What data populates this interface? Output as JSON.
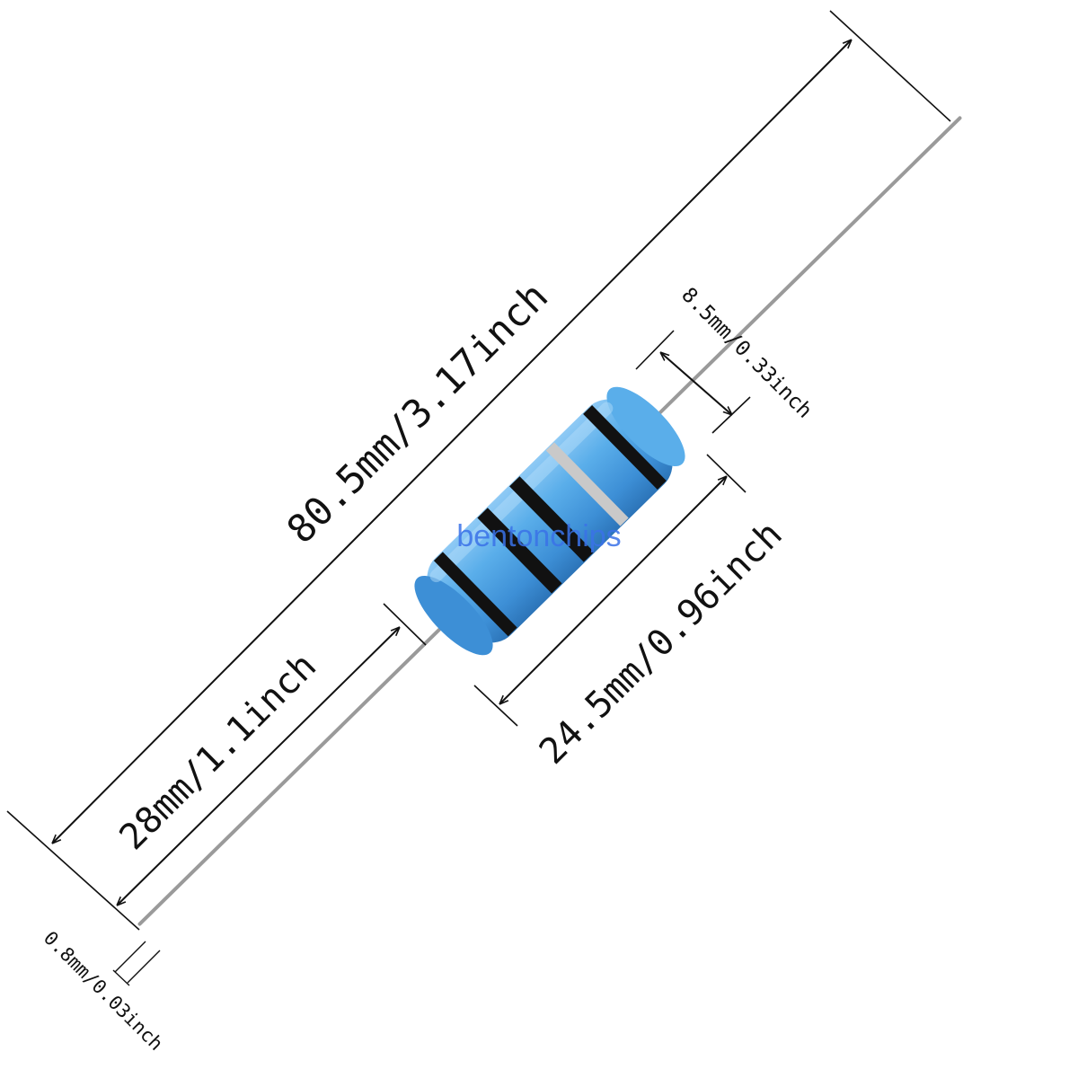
{
  "dimensions": {
    "total_length": "80.5mm/3.17inch",
    "lead_length": "28mm/1.1inch",
    "body_length": "24.5mm/0.96inch",
    "body_diameter": "8.5mm/0.33inch",
    "lead_diameter": "0.8mm/0.03inch"
  },
  "watermark": "bentonchips",
  "colors": {
    "body": "#4a9fe0",
    "body_highlight": "#8fcaf5",
    "body_shadow": "#2c74b8",
    "band": "#111111",
    "tolerance_band": "#c9c9c9",
    "lead": "#9a9a9a",
    "lead_end": "#2a6fd0",
    "dimension_line": "#111111",
    "watermark": "#3a72e8"
  }
}
